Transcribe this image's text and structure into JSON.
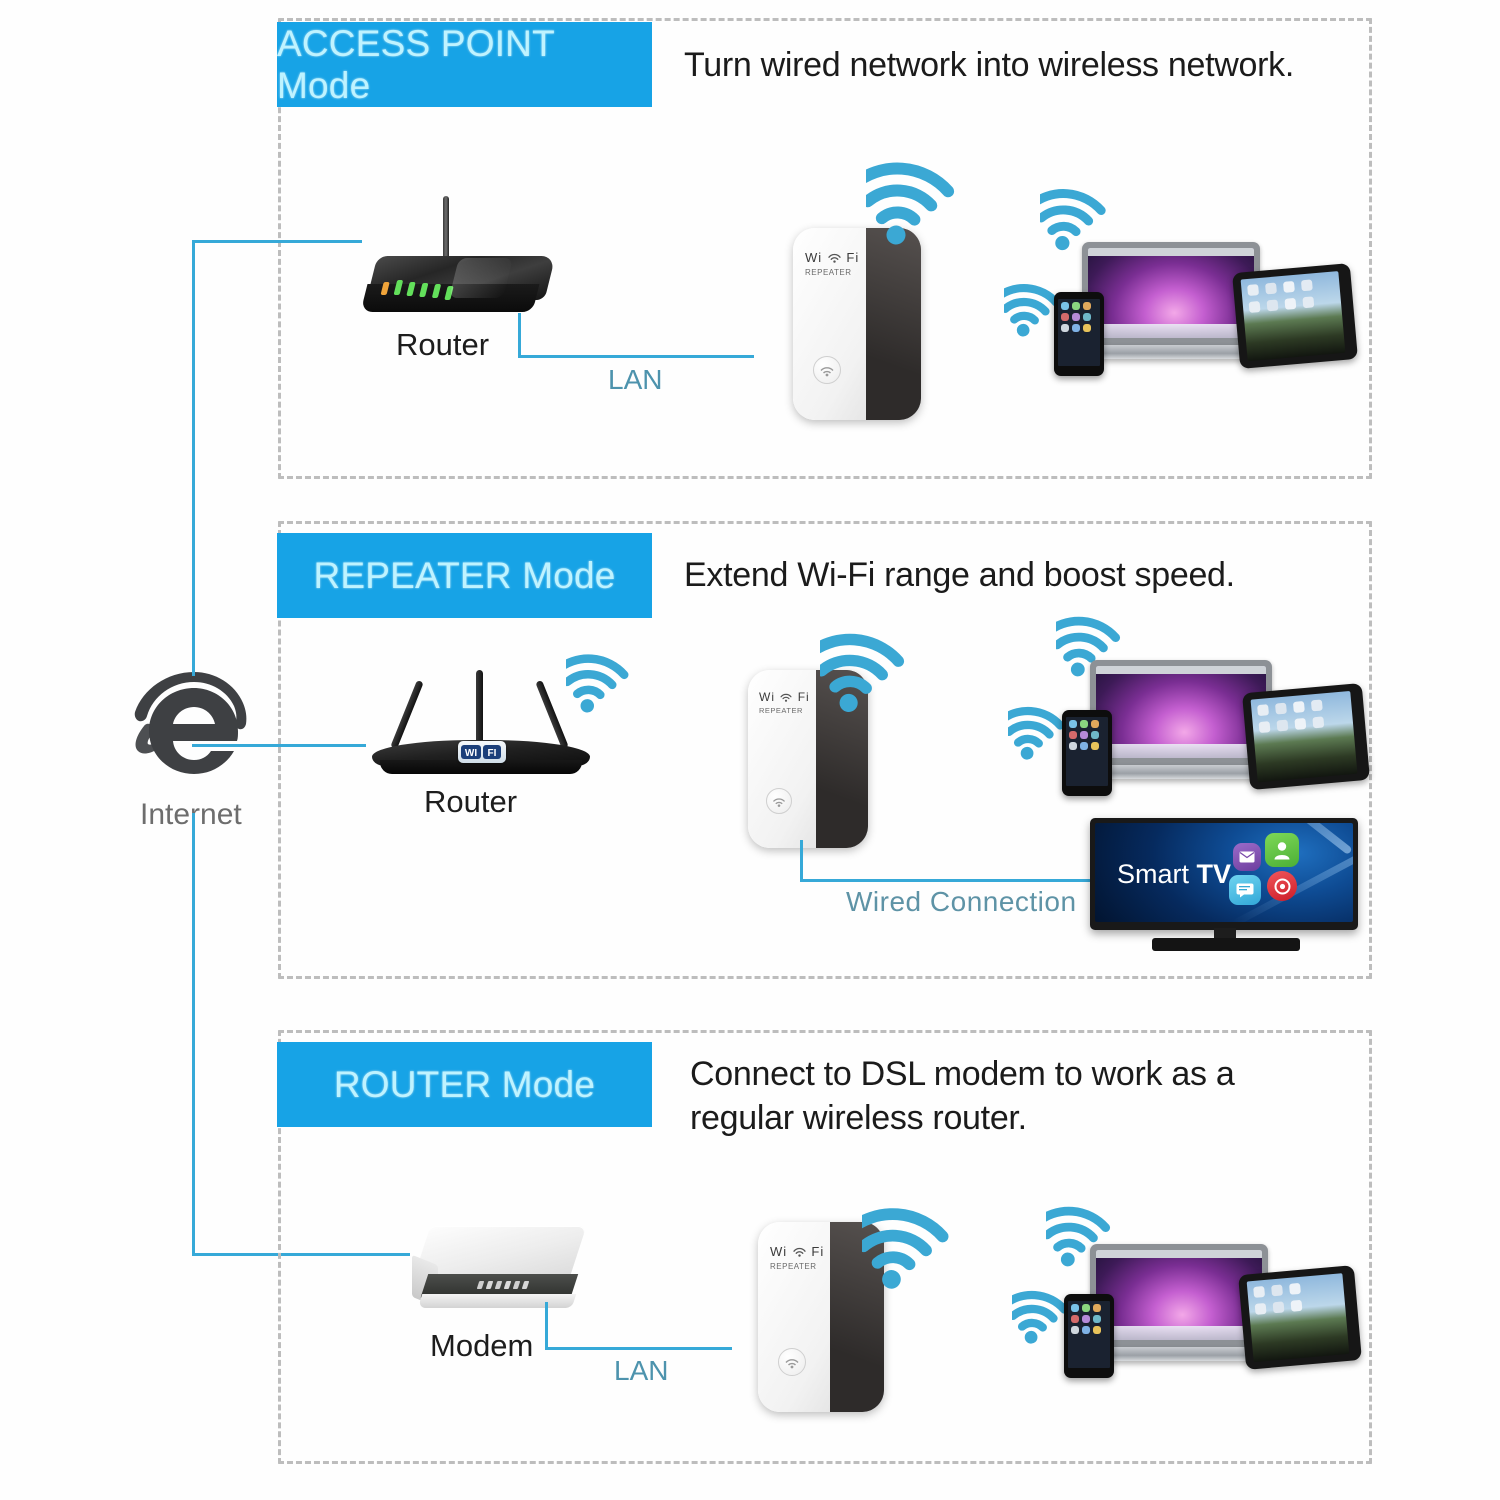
{
  "diagram": {
    "title": "Wi-Fi Repeater Operating Modes",
    "accent_blue": "#17a3e6",
    "wave_blue": "#3ba8d4",
    "line_blue": "#36a9d8",
    "dash_grey": "#bdbdbd"
  },
  "internet": {
    "icon": "internet-explorer-e-icon",
    "label": "Internet"
  },
  "sections": [
    {
      "id": "access-point",
      "mode_label": "ACCESS POINT Mode",
      "description": "Turn wired network into wireless network.",
      "router_caption": "Router",
      "link_label": "LAN",
      "repeater": {
        "brand": "Wi  Fi",
        "brand_left": "Wi",
        "brand_right": "Fi",
        "sub": "REPEATER"
      }
    },
    {
      "id": "repeater",
      "mode_label": "REPEATER Mode",
      "description": "Extend Wi-Fi range and boost speed.",
      "router_caption": "Router",
      "link_label": "Wired Connection",
      "repeater": {
        "brand_left": "Wi",
        "brand_right": "Fi",
        "sub": "REPEATER"
      },
      "tv": {
        "name_light": "Smart ",
        "name_bold": "TV"
      }
    },
    {
      "id": "router",
      "mode_label": "ROUTER Mode",
      "description": "Connect to DSL modem to work as a regular wireless router.",
      "description_line1": "Connect to DSL modem to work as a",
      "description_line2": "regular wireless router.",
      "modem_caption": "Modem",
      "link_label": "LAN",
      "repeater": {
        "brand_left": "Wi",
        "brand_right": "Fi",
        "sub": "REPEATER"
      }
    }
  ]
}
